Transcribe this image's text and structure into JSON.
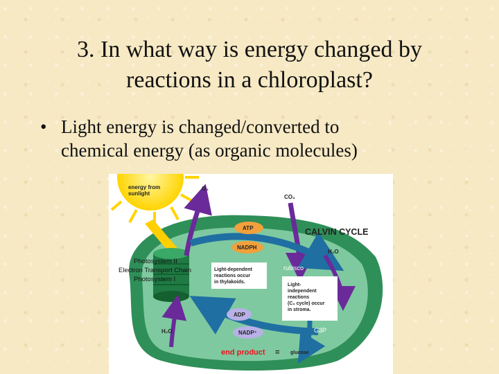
{
  "slide": {
    "title_line1": "3. In what way is energy changed by",
    "title_line2": "reactions in a chloroplast?",
    "bullet_symbol": "•",
    "bullet_line1": "Light energy is changed/converted to",
    "bullet_line2": "chemical energy (as organic molecules)"
  },
  "diagram": {
    "energy_line1": "energy from",
    "energy_line2": "sunlight",
    "o2": "O₂",
    "co2": "CO₂",
    "atp": "ATP",
    "nadph": "NADPH",
    "calvin_cycle": "CALVIN CYCLE",
    "h2o_right": "H₂O",
    "photosystem2": "Photosystem II",
    "etc": "Electron Transport Chain",
    "photosystem1": "Photosystem I",
    "ld_line1": "Light-dependent",
    "ld_line2": "reactions occur",
    "ld_line3": "in thylakoids.",
    "rubisco": "rubisco",
    "li_line1": "Light-",
    "li_line2": "independent",
    "li_line3": "reactions",
    "li_line4": "(C₃ cycle) occur",
    "li_line5": "in stroma.",
    "adp": "ADP",
    "nadp": "NADP⁺",
    "g3p": "G3P",
    "h2o_left": "H₂O",
    "end_product": "end product",
    "equals": "=",
    "glucose": "glucose",
    "colors": {
      "chloroplast_outer": "#2f8f58",
      "chloroplast_inner": "#7fc9a0",
      "arrow_purple": "#6a2a9a",
      "arrow_blue": "#1f6fa3",
      "sun": "#ffd400",
      "end_product_red": "#e8141b"
    }
  }
}
